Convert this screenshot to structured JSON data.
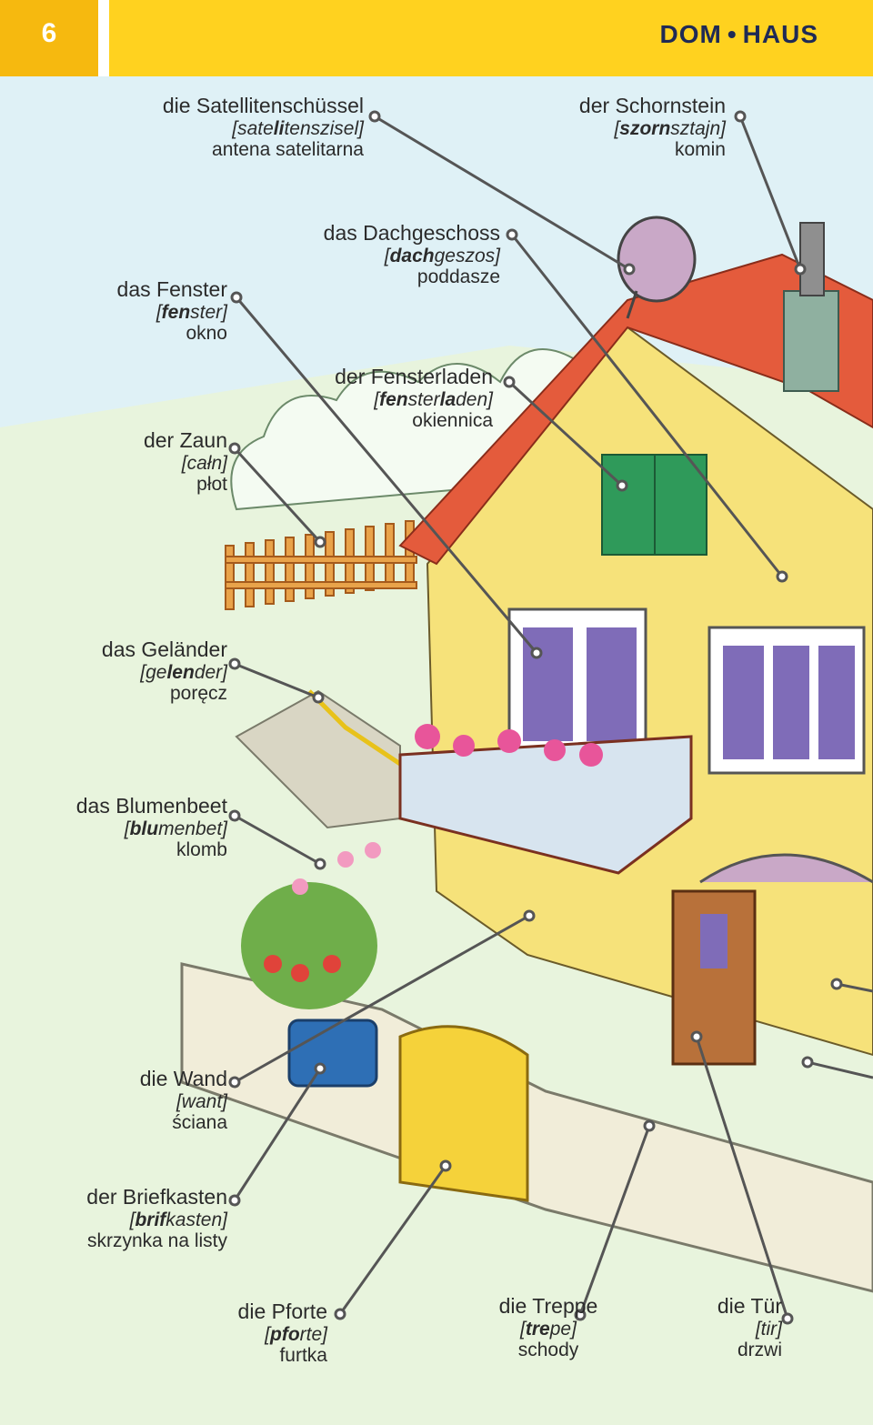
{
  "header": {
    "page_number": "6",
    "title_left": "DOM",
    "title_sep": "•",
    "title_right": "HAUS"
  },
  "colors": {
    "header": "#ffd21f",
    "page_box": "#f6b90f",
    "title": "#1f2a55",
    "sky": "#dff1f6",
    "wall": "#f6e27a",
    "roof": "#e45b3c",
    "shutter": "#2f9a5a"
  },
  "labels": {
    "satellite": {
      "de": "die Satellitenschüssel",
      "ph_pre": "[sate",
      "ph_bold": "li",
      "ph_post": "tenszisel]",
      "pl": "antena satelitarna"
    },
    "chimney": {
      "de": "der Schornstein",
      "ph_pre": "[",
      "ph_bold": "szorn",
      "ph_post": "sztajn]",
      "pl": "komin"
    },
    "window": {
      "de": "das Fenster",
      "ph_pre": "[",
      "ph_bold": "fen",
      "ph_post": "ster]",
      "pl": "okno"
    },
    "attic": {
      "de": "das Dachgeschoss",
      "ph_pre": "[",
      "ph_bold": "dach",
      "ph_post": "geszos]",
      "pl": "poddasze"
    },
    "shutter": {
      "de": "der Fensterladen",
      "ph_pre": "[",
      "ph_bold": "fen",
      "ph_mid": "ster",
      "ph_bold2": "la",
      "ph_post": "den]",
      "pl": "okiennica"
    },
    "fence": {
      "de": "der Zaun",
      "ph": "[całn]",
      "pl": "płot"
    },
    "railing": {
      "de": "das Geländer",
      "ph_pre": "[ge",
      "ph_bold": "len",
      "ph_post": "der]",
      "pl": "poręcz"
    },
    "flowerbed": {
      "de": "das Blumenbeet",
      "ph_pre": "[",
      "ph_bold": "blu",
      "ph_post": "menbet]",
      "pl": "klomb"
    },
    "wall": {
      "de": "die Wand",
      "ph": "[want]",
      "pl": "ściana"
    },
    "mailbox": {
      "de": "der Briefkasten",
      "ph_pre": "[",
      "ph_bold": "brif",
      "ph_post": "kasten]",
      "pl": "skrzynka na listy"
    },
    "gate": {
      "de": "die Pforte",
      "ph_pre": "[",
      "ph_bold": "pfo",
      "ph_post": "rte]",
      "pl": "furtka"
    },
    "stairs": {
      "de": "die Treppe",
      "ph_pre": "[",
      "ph_bold": "tre",
      "ph_post": "pe]",
      "pl": "schody"
    },
    "door": {
      "de": "die Tür",
      "ph": "[tir]",
      "pl": "drzwi"
    }
  }
}
